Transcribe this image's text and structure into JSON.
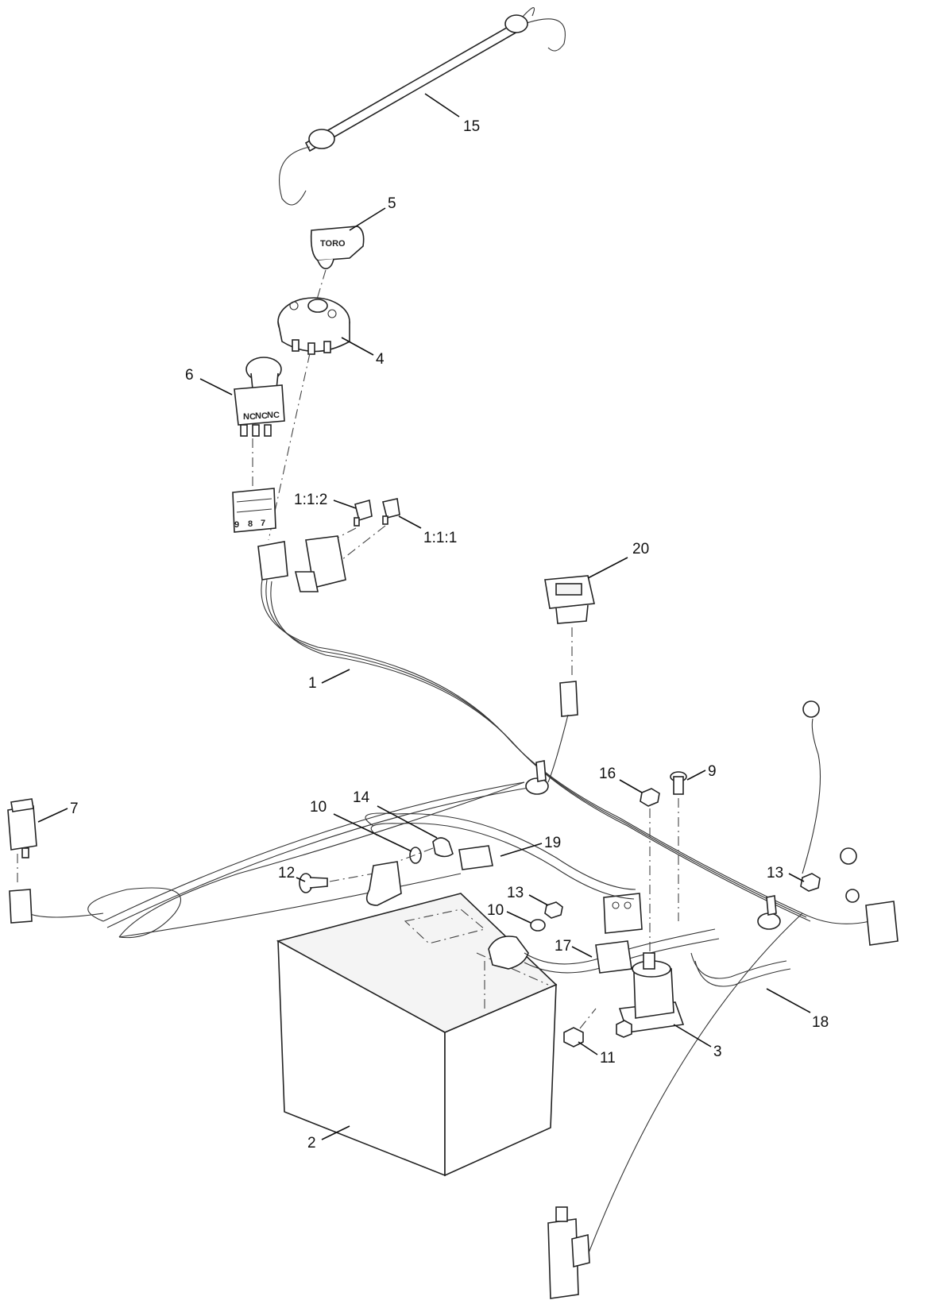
{
  "callouts": [
    {
      "id": "c15",
      "text": "15"
    },
    {
      "id": "c5",
      "text": "5"
    },
    {
      "id": "c4",
      "text": "4"
    },
    {
      "id": "c6",
      "text": "6"
    },
    {
      "id": "c112",
      "text": "1:1:2"
    },
    {
      "id": "c111",
      "text": "1:1:1"
    },
    {
      "id": "c20",
      "text": "20"
    },
    {
      "id": "c1",
      "text": "1"
    },
    {
      "id": "c16",
      "text": "16"
    },
    {
      "id": "c9",
      "text": "9"
    },
    {
      "id": "c7",
      "text": "7"
    },
    {
      "id": "c10a",
      "text": "10"
    },
    {
      "id": "c14",
      "text": "14"
    },
    {
      "id": "c19",
      "text": "19"
    },
    {
      "id": "c12",
      "text": "12"
    },
    {
      "id": "c13a",
      "text": "13"
    },
    {
      "id": "c13b",
      "text": "13"
    },
    {
      "id": "c10b",
      "text": "10"
    },
    {
      "id": "c17",
      "text": "17"
    },
    {
      "id": "c18",
      "text": "18"
    },
    {
      "id": "c11",
      "text": "11"
    },
    {
      "id": "c3",
      "text": "3"
    },
    {
      "id": "c2",
      "text": "2"
    }
  ],
  "key_label": "TORO",
  "switch_markings": [
    "NC",
    "NC",
    "NC"
  ],
  "connector_numbers": [
    "9",
    "8",
    "7"
  ]
}
